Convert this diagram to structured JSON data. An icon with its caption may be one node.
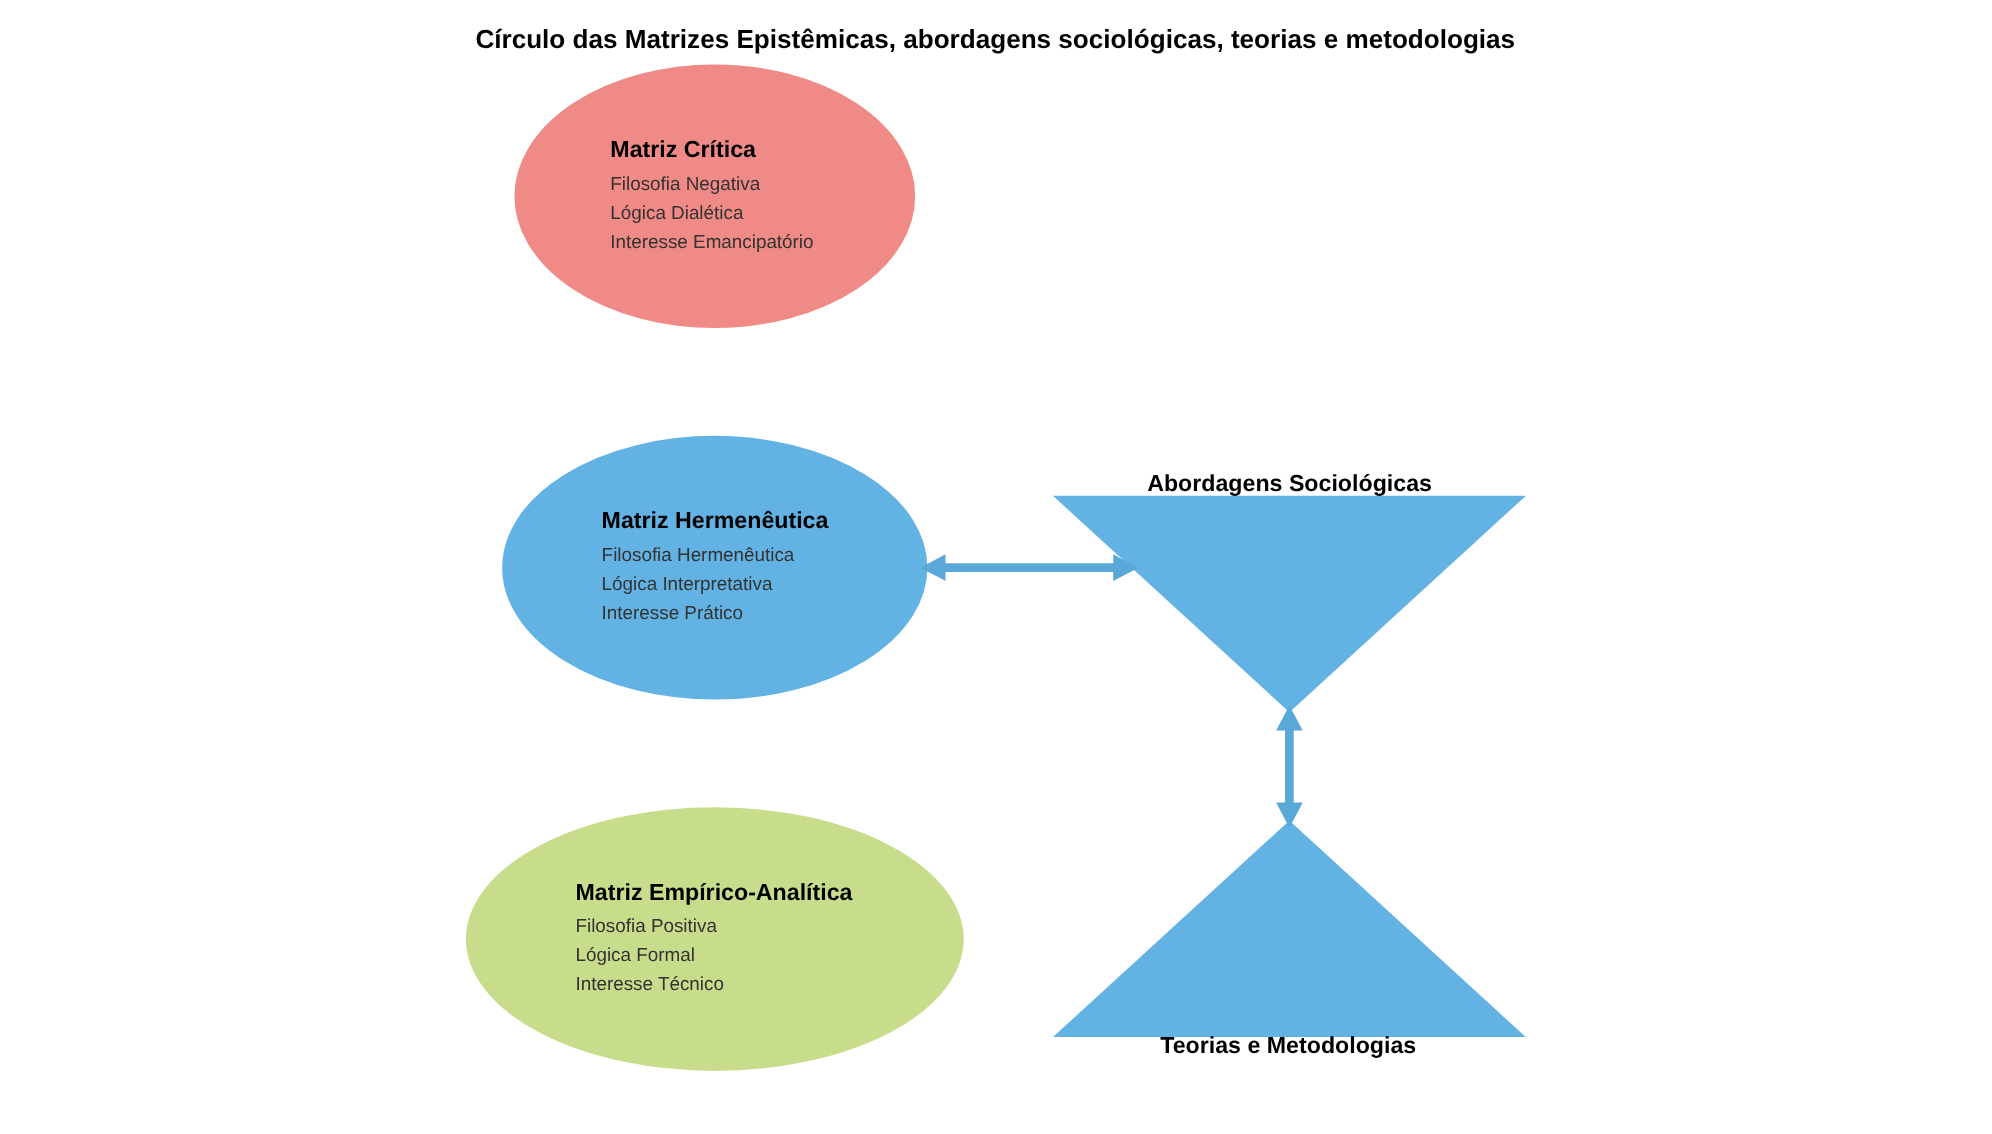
{
  "diagram": {
    "title": "Círculo das Matrizes Epistêmicas, abordagens sociológicas, teorias e metodologias",
    "nodes": [
      {
        "text": [
          "Matriz Empírico-Analítica",
          "Filosofia Positiva",
          "Lógica Formal",
          "Interesse Técnico"
        ]
      },
      {
        "text": [
          "Matriz Hermenêutica",
          "Filosofia Hermenêutica",
          "Lógica Interpretativa",
          "Interesse Prático"
        ]
      },
      {
        "text": [
          "Matriz Crítica",
          "Filosofia Negativa",
          "Lógica Dialética",
          "Interesse Emancipatório"
        ]
      },
      {
        "text": [
          "Abordagens Sociológicas"
        ]
      },
      {
        "text": [
          "Teorias e Metodologias"
        ]
      }
    ],
    "edges": [
      {
        "from": 1,
        "to": 3,
        "arrow": "both"
      },
      {
        "from": 3,
        "to": 4,
        "arrow": "both"
      }
    ]
  }
}
